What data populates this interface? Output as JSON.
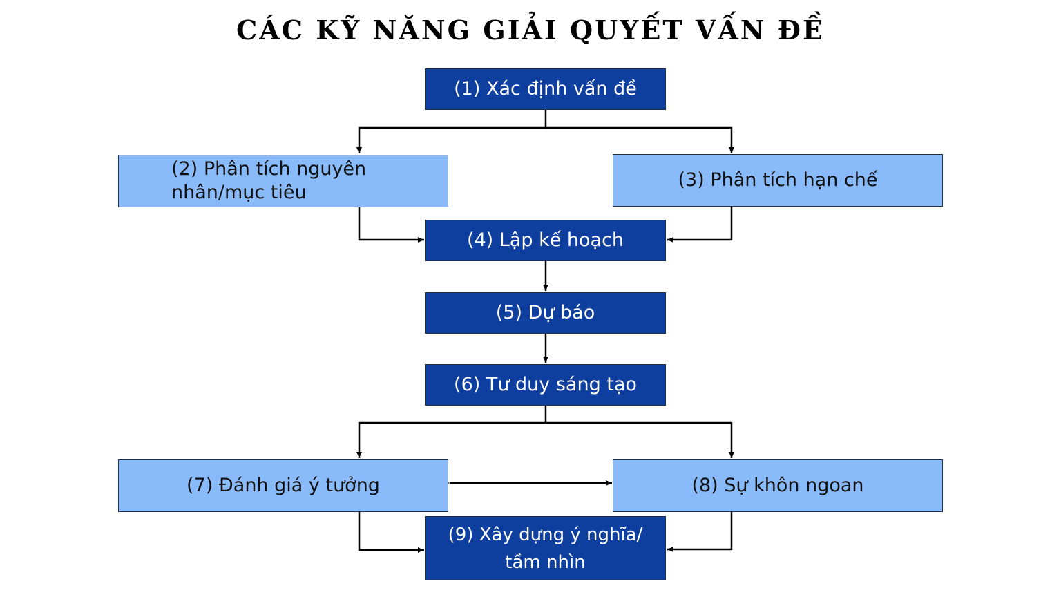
{
  "title": "CÁC KỸ NĂNG GIẢI QUYẾT VẤN ĐỀ",
  "nodes": {
    "n1": "(1) Xác định vấn đề",
    "n2": "(2) Phân tích nguyên nhân/mục tiêu",
    "n3": "(3) Phân tích hạn chế",
    "n4": "(4) Lập kế hoạch",
    "n5": "(5) Dự báo",
    "n6": "(6) Tư duy sáng tạo",
    "n7": "(7) Đánh giá ý tưởng",
    "n8": "(8) Sự khôn ngoan",
    "n9": "(9) Xây dựng ý nghĩa/ tầm nhìn"
  },
  "colors": {
    "dark_box": "#0f3f9e",
    "light_box": "#89bbfb",
    "line": "#000000"
  }
}
